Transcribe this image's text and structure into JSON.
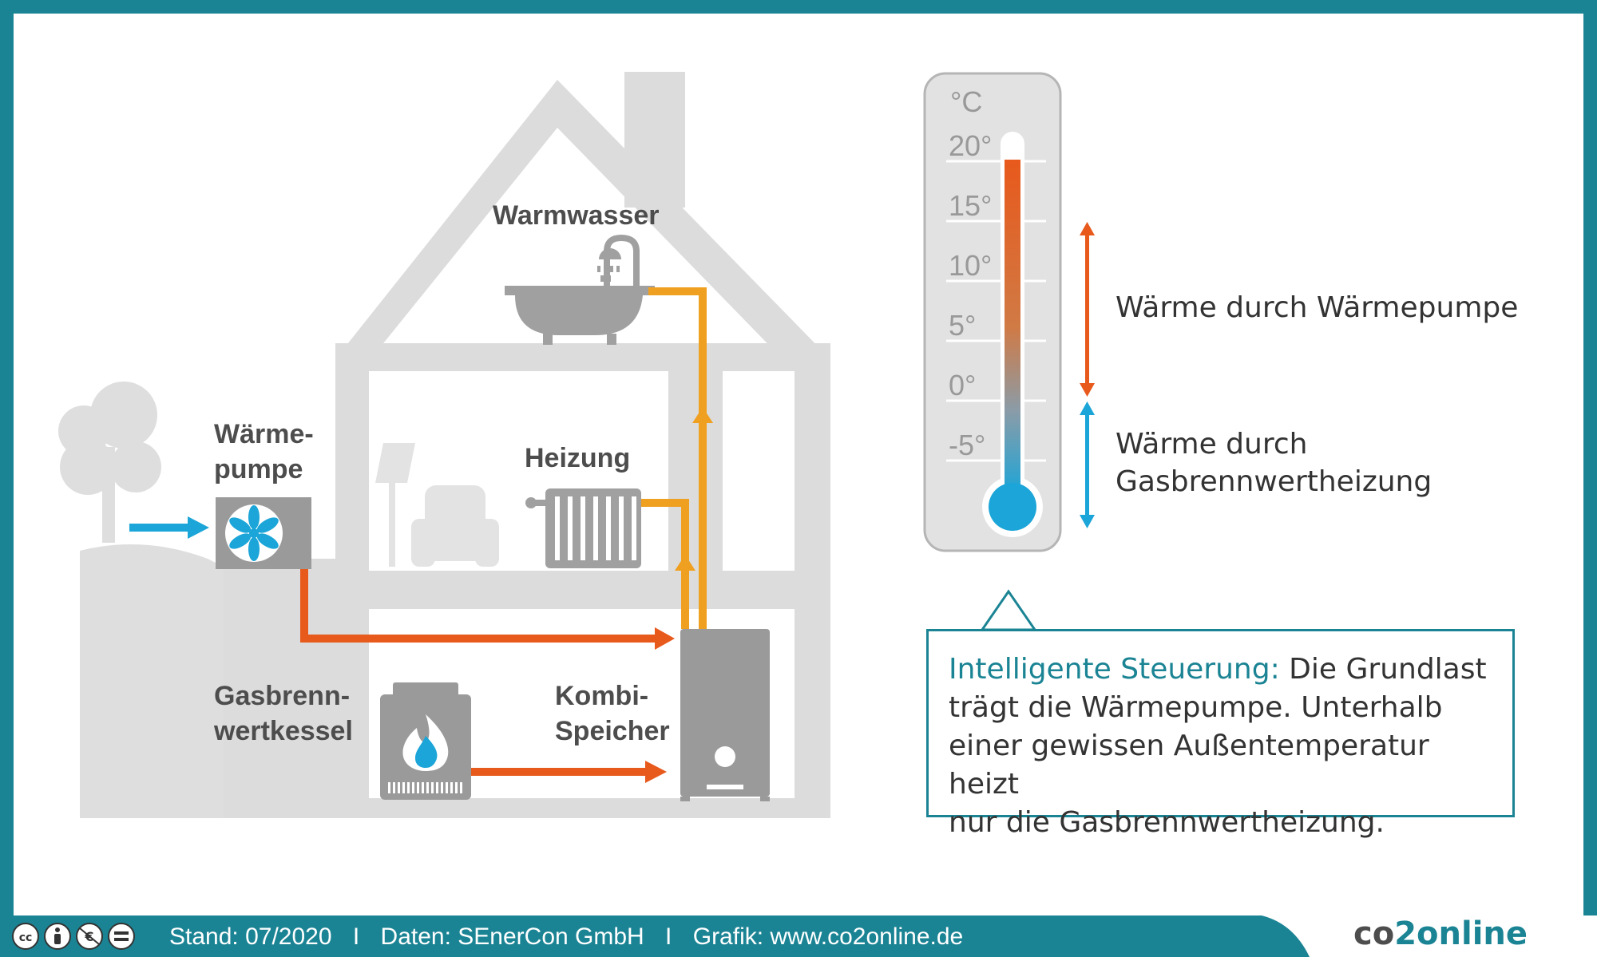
{
  "labels": {
    "heat_pump": [
      "Wärme-",
      "pumpe"
    ],
    "hot_water": "Warmwasser",
    "heating": "Heizung",
    "gas_boiler": [
      "Gasbrenn-",
      "wertkessel"
    ],
    "combi_storage": [
      "Kombi-",
      "Speicher"
    ]
  },
  "thermometer": {
    "unit": "°C",
    "ticks": [
      "20°",
      "15°",
      "10°",
      "5°",
      "0°",
      "-5°"
    ]
  },
  "legend": {
    "heat_pump_range": "Wärme durch Wärmepumpe",
    "gas_range": [
      "Wärme durch",
      "Gasbrennwertheizung"
    ]
  },
  "info_box": {
    "heading": "Intelligente Steuerung:",
    "lines": [
      " Die Grundlast",
      "trägt die Wärmepumpe. Unterhalb",
      "einer gewissen Außentemperatur heizt",
      "nur die Gasbrennwertheizung."
    ]
  },
  "footer": {
    "license_icons": [
      "cc-icon",
      "by-icon",
      "nc-icon",
      "nd-icon"
    ],
    "stand": "Stand: 07/2020",
    "separator": "I",
    "daten": "Daten: SEnerCon GmbH",
    "grafik": "Grafik: www.co2online.de",
    "brand_part1": "co",
    "brand_part2": "2",
    "brand_part3": "online"
  },
  "colors": {
    "teal": "#1b8494",
    "orange": "#e8591c",
    "amber": "#f0a020",
    "blue": "#1ba5d8",
    "gray_light": "#dcdcdc",
    "gray_dark": "#9a9a9a"
  }
}
